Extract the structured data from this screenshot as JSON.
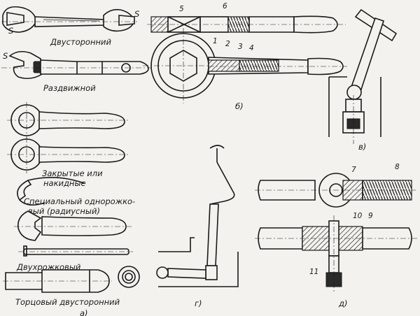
{
  "labels": {
    "double_sided": "Двусторонний",
    "adjustable": "Раздвижной",
    "closed_line1": "Закрытые или",
    "closed_line2": "накидные",
    "special_line1": "Специальный однорожко-",
    "special_line2": "вый (радиусный)",
    "double_horn": "Двухрожковый",
    "socket_double": "Торцовый двусторонний"
  },
  "section_letters": {
    "a": "а)",
    "b": "б)",
    "v": "в)",
    "g": "г)",
    "d": "д)"
  },
  "dimension_marks": {
    "s1": "S",
    "s2": "S",
    "s3": "S"
  },
  "part_numbers": {
    "n1": "1",
    "n2": "2",
    "n3": "3",
    "n4": "4",
    "n5": "5",
    "n6": "6",
    "n7": "7",
    "n8": "8",
    "n9": "9",
    "n10": "10",
    "n11": "11"
  }
}
